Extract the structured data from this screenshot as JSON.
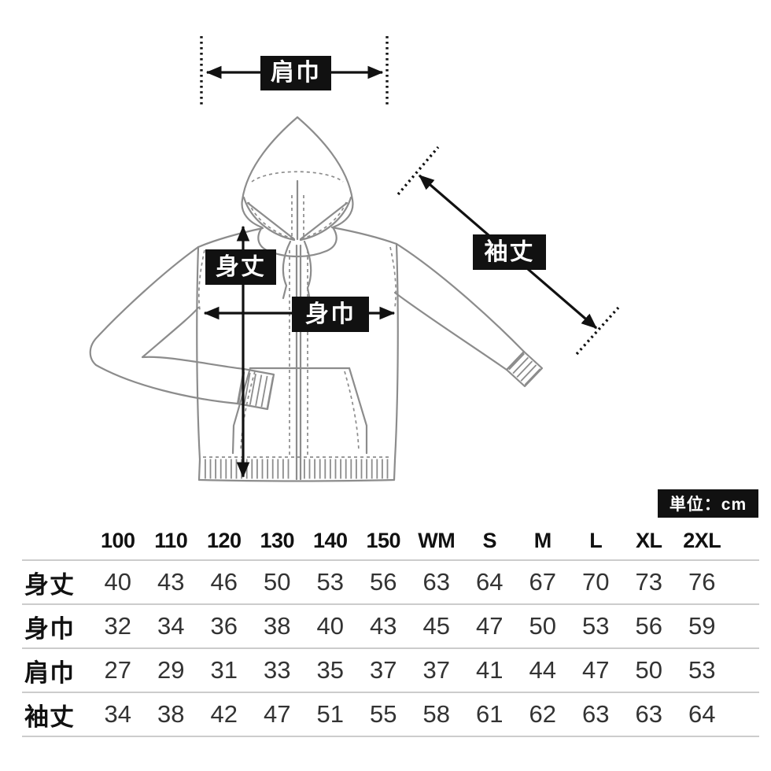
{
  "diagram": {
    "measure_labels": {
      "shoulder_width": "肩巾",
      "body_length": "身丈",
      "body_width": "身巾",
      "sleeve_length": "袖丈"
    },
    "colors": {
      "garment_outline": "#8c8c8c",
      "annotation": "#111111",
      "label_background": "#111111",
      "label_text": "#ffffff",
      "table_divider": "#cccccc"
    }
  },
  "unit_badge": {
    "text": "単位：cm"
  },
  "chart_data": {
    "type": "table",
    "unit": "cm",
    "columns": [
      "100",
      "110",
      "120",
      "130",
      "140",
      "150",
      "WM",
      "S",
      "M",
      "L",
      "XL",
      "2XL"
    ],
    "rows": [
      {
        "label": "身丈",
        "values": [
          40,
          43,
          46,
          50,
          53,
          56,
          63,
          64,
          67,
          70,
          73,
          76
        ]
      },
      {
        "label": "身巾",
        "values": [
          32,
          34,
          36,
          38,
          40,
          43,
          45,
          47,
          50,
          53,
          56,
          59
        ]
      },
      {
        "label": "肩巾",
        "values": [
          27,
          29,
          31,
          33,
          35,
          37,
          37,
          41,
          44,
          47,
          50,
          53
        ]
      },
      {
        "label": "袖丈",
        "values": [
          34,
          38,
          42,
          47,
          51,
          55,
          58,
          61,
          62,
          63,
          63,
          64
        ]
      }
    ]
  }
}
